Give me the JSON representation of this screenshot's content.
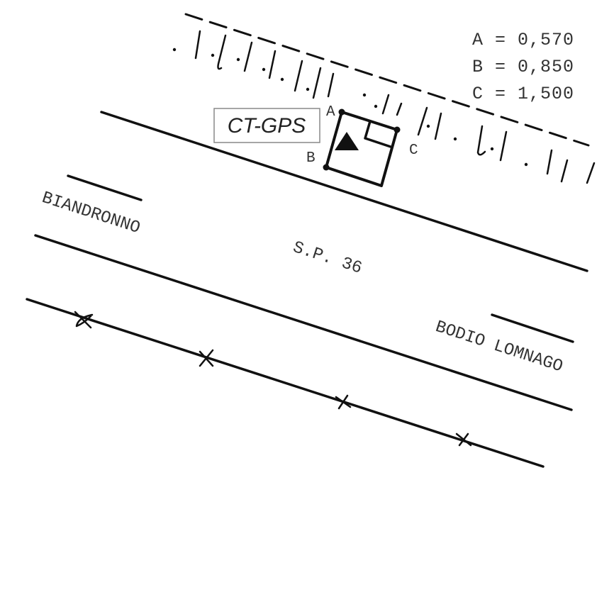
{
  "legend": {
    "lines": [
      "A = 0,570",
      "B = 0,850",
      "C = 1,500"
    ]
  },
  "map": {
    "tag": "CT-GPS",
    "road": "S.P. 36",
    "place_west": "BIANDRONNO",
    "place_east": "BODIO LOMNAGO",
    "points": {
      "a": "A",
      "b": "B",
      "c": "C"
    }
  },
  "colors": {
    "ink": "#111111",
    "text": "#333333",
    "box_border": "#888888"
  },
  "icons": {
    "station": "triangle-marker-icon"
  }
}
